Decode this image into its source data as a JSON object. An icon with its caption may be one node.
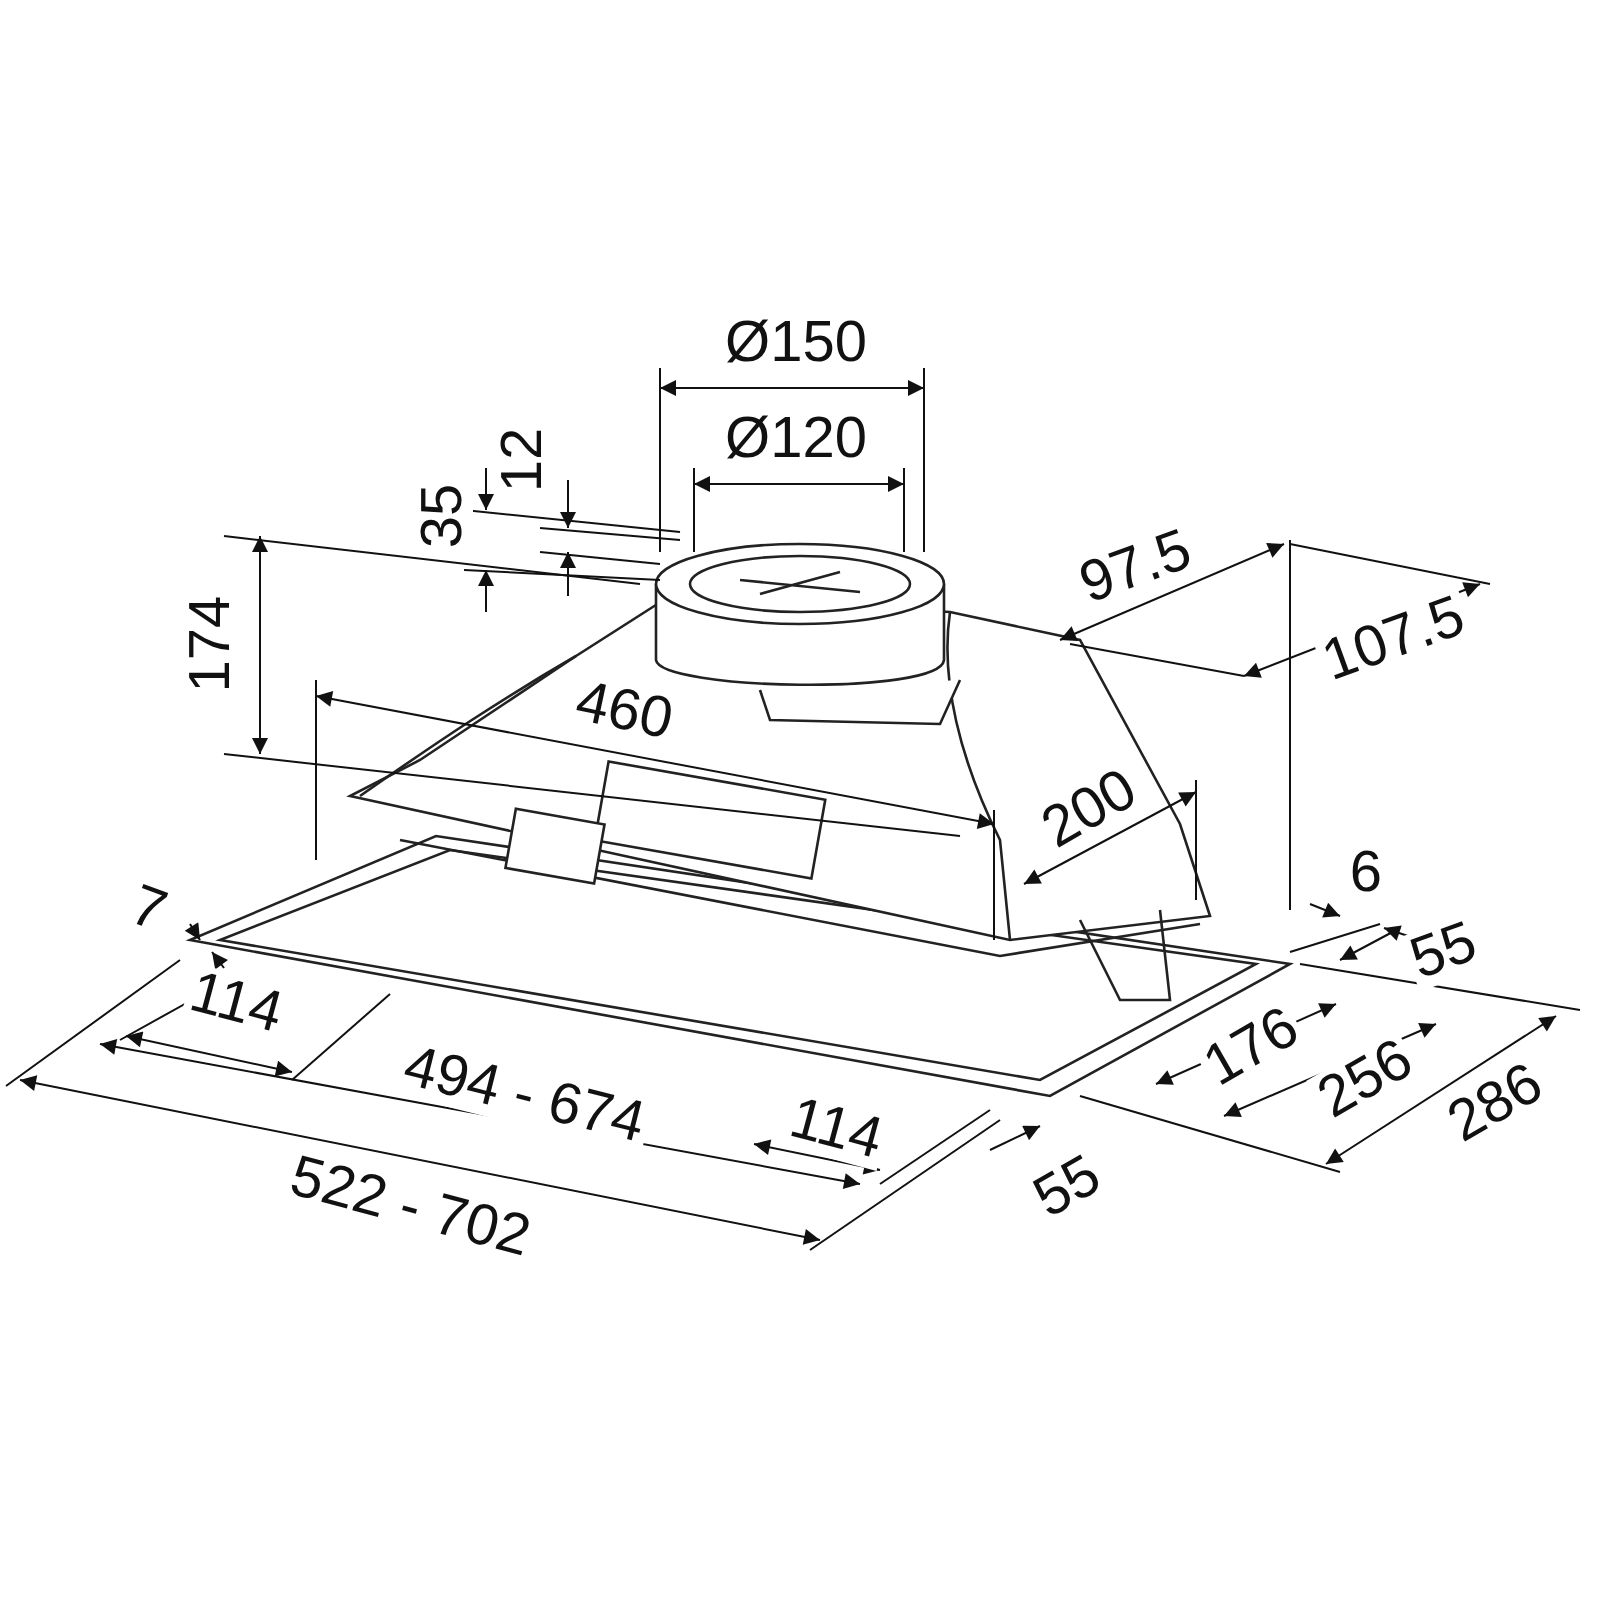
{
  "diagram": {
    "labels": [
      "Ø150",
      "Ø120",
      "12",
      "35",
      "174",
      "97.5",
      "107.5",
      "460",
      "200",
      "7",
      "6",
      "55",
      "114",
      "176",
      "256",
      "494 - 674",
      "114",
      "286",
      "55",
      "522 - 702"
    ]
  }
}
